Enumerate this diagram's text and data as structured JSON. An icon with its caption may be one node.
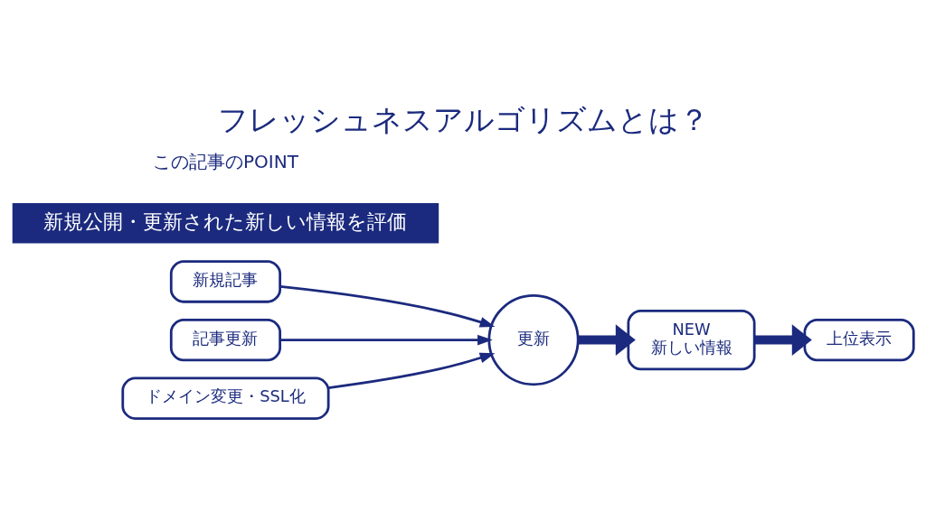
{
  "diagram": {
    "title": "フレッシュネスアルゴリズムとは？",
    "nodes": [
      {
        "text": [
          "新規記事"
        ]
      },
      {
        "text": [
          "記事更新"
        ]
      },
      {
        "text": [
          "ドメイン変更・SSL化"
        ]
      },
      {
        "text": [
          "更新"
        ]
      },
      {
        "text": [
          "NEW",
          "新しい情報"
        ]
      },
      {
        "text": [
          "上位表示"
        ]
      }
    ],
    "edges": [
      {
        "from": 0,
        "to": 3,
        "arrow": "to"
      },
      {
        "from": 1,
        "to": 3,
        "arrow": "to"
      },
      {
        "from": 2,
        "to": 3,
        "arrow": "to"
      },
      {
        "from": 3,
        "to": 4,
        "arrow": "to",
        "style": "thick"
      },
      {
        "from": 4,
        "to": 5,
        "arrow": "to",
        "style": "thick"
      }
    ],
    "labels": [
      "この記事のPOINT",
      "新規公開・更新された新しい情報を評価"
    ]
  }
}
